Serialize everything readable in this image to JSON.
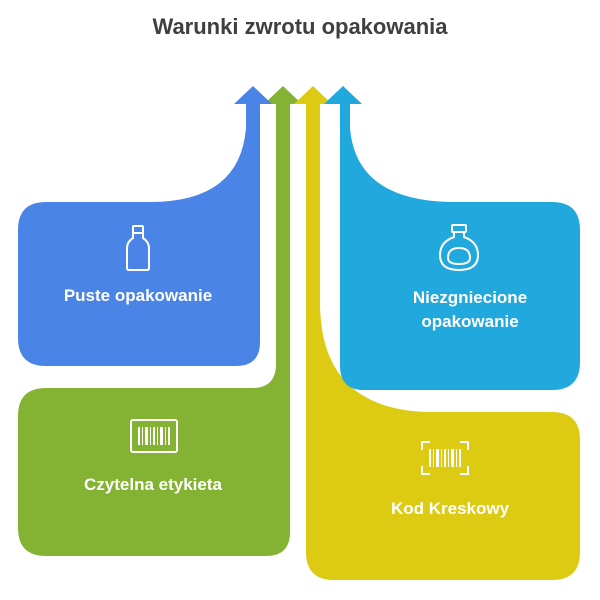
{
  "title": "Warunki zwrotu opakowania",
  "colors": {
    "blue": "#4a84e6",
    "green": "#84b334",
    "yellow": "#dccb12",
    "cyan": "#21a8dc",
    "title": "#3f3f3f",
    "text": "#ffffff"
  },
  "cards": [
    {
      "label": "Puste opakowanie",
      "icon": "bottle-icon",
      "color": "#4a84e6"
    },
    {
      "label": "Niezgniecione opakowanie",
      "icon": "flask-icon",
      "color": "#21a8dc"
    },
    {
      "label": "Czytelna etykieta",
      "icon": "barcode-label-icon",
      "color": "#84b334"
    },
    {
      "label": "Kod Kreskowy",
      "icon": "barcode-scan-icon",
      "color": "#dccb12"
    }
  ]
}
